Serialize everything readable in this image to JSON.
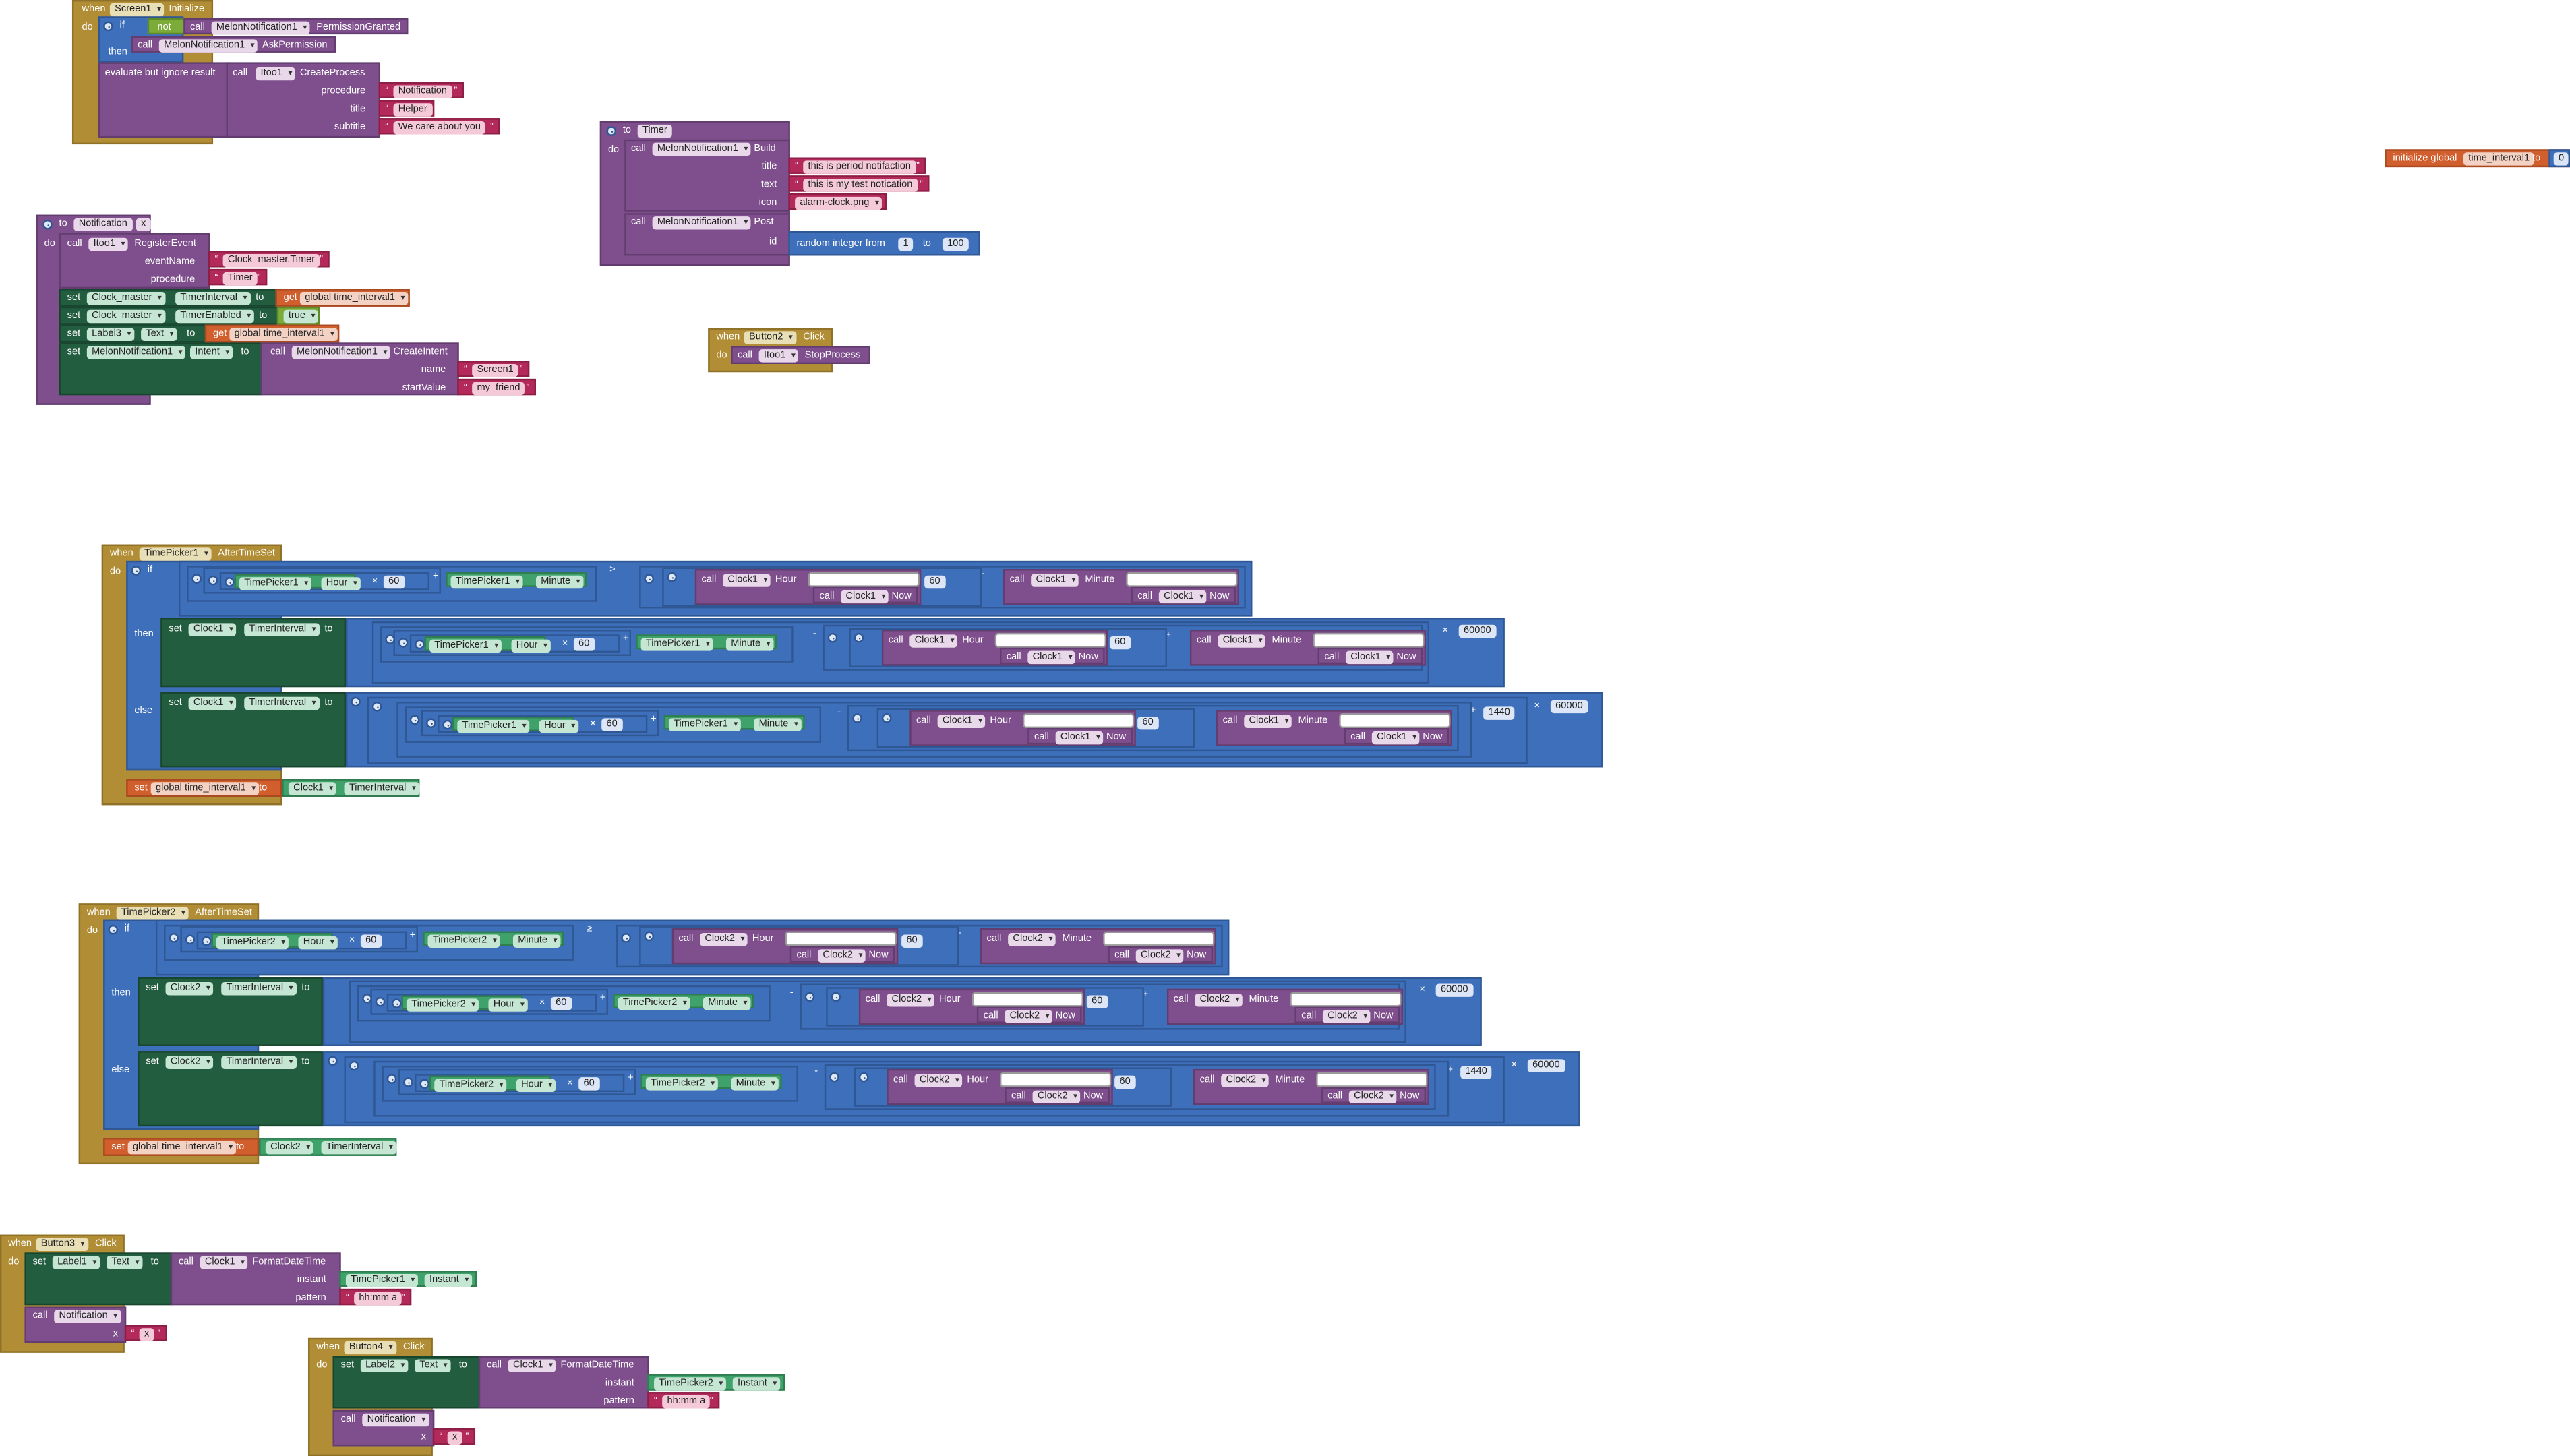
{
  "kw": {
    "when": "when",
    "do": "do",
    "if": "if",
    "then": "then",
    "else": "else",
    "call": "call",
    "set": "set",
    "to": "to",
    "get": "get",
    "not": "not",
    "instant": "instant",
    "pattern": "pattern",
    "x": "x"
  },
  "b1": {
    "component": "Screen1",
    "event": "Initialize",
    "notif": "MelonNotification1",
    "m_perm": "PermissionGranted",
    "m_ask": "AskPermission",
    "eval": "evaluate but ignore result",
    "itoo": "Itoo1",
    "m_create": "CreateProcess",
    "l_procedure": "procedure",
    "l_title": "title",
    "l_subtitle": "subtitle",
    "v_procedure": "Notification",
    "v_title": "Helper",
    "v_subtitle": "We care about you"
  },
  "b2": {
    "name": "Timer",
    "notif": "MelonNotification1",
    "m_build": "Build",
    "m_post": "Post",
    "l_title": "title",
    "l_text": "text",
    "l_icon": "icon",
    "l_id": "id",
    "v_title": "this is period notifaction",
    "v_text": "this is my test notication",
    "v_icon": "alarm-clock.png",
    "rand": "random integer from",
    "from": "1",
    "to": "100"
  },
  "b3": {
    "label": "initialize global",
    "var": "time_interval1",
    "to": "to",
    "value": "0"
  },
  "b4": {
    "name": "Notification",
    "param": "x",
    "itoo": "Itoo1",
    "m_reg": "RegisterEvent",
    "l_eventName": "eventName",
    "l_procedure": "procedure",
    "v_eventName": "Clock_master.Timer",
    "v_procedure": "Timer",
    "clock": "Clock_master",
    "p_interval": "TimerInterval",
    "p_enabled": "TimerEnabled",
    "glob": "global time_interval1",
    "vtrue": "true",
    "label": "Label3",
    "p_text": "Text",
    "notif": "MelonNotification1",
    "p_intent": "Intent",
    "m_intent": "CreateIntent",
    "l_name": "name",
    "l_start": "startValue",
    "v_name": "Screen1",
    "v_start": "my_friend"
  },
  "b5": {
    "component": "Button2",
    "event": "Click",
    "itoo": "Itoo1",
    "m_stop": "StopProcess"
  },
  "tp": [
    {
      "component": "TimePicker1",
      "event": "AfterTimeSet",
      "clock": "Clock1",
      "hour": "Hour",
      "minute": "Minute",
      "now": "Now",
      "interval": "TimerInterval",
      "glob": "global time_interval1",
      "n60": "60",
      "n60000": "60000",
      "n1440": "1440",
      "ge": "≥"
    },
    {
      "component": "TimePicker2",
      "event": "AfterTimeSet",
      "clock": "Clock2",
      "hour": "Hour",
      "minute": "Minute",
      "now": "Now",
      "interval": "TimerInterval",
      "glob": "global time_interval1",
      "n60": "60",
      "n60000": "60000",
      "n1440": "1440",
      "ge": "≥"
    }
  ],
  "b8": {
    "component": "Button3",
    "event": "Click",
    "label": "Label1",
    "p_text": "Text",
    "clock": "Clock1",
    "m_fmt": "FormatDateTime",
    "picker": "TimePicker1",
    "p_instant": "Instant",
    "pattern": "hh:mm a",
    "proc": "Notification",
    "vx": "x"
  },
  "b9": {
    "component": "Button4",
    "event": "Click",
    "label": "Label2",
    "p_text": "Text",
    "clock": "Clock1",
    "m_fmt": "FormatDateTime",
    "picker": "TimePicker2",
    "p_instant": "Instant",
    "pattern": "hh:mm a",
    "proc": "Notification",
    "vx": "x"
  },
  "colors": {
    "event": "#b18e35",
    "procedure": "#7e4f8c",
    "setter": "#235d3f",
    "math": "#3e6fba",
    "variable": "#d05f2d",
    "text": "#b2295a",
    "component": "#3fa26a",
    "logic": "#7cab3a"
  }
}
